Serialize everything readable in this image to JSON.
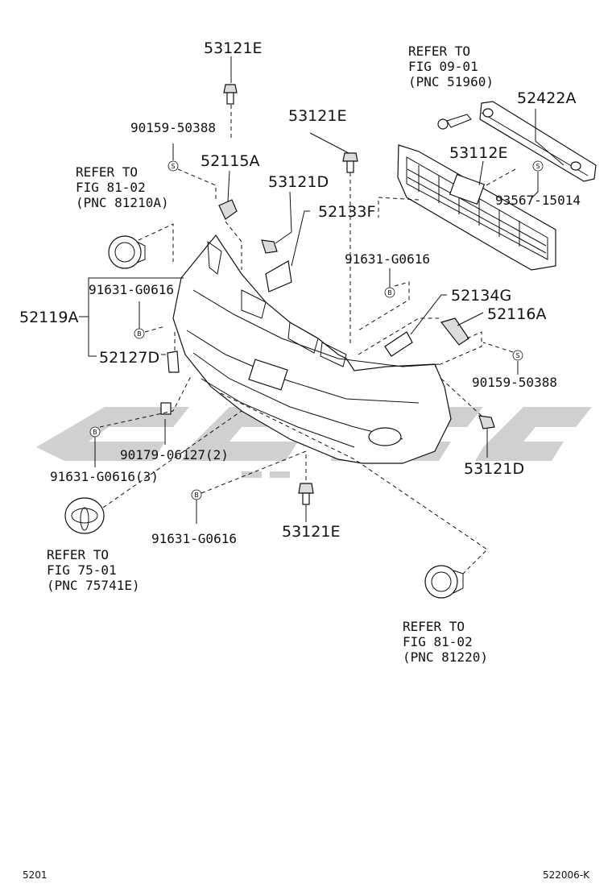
{
  "labels": {
    "pn_53121E_top": "53121E",
    "pn_90159_50388_left": "90159-50388",
    "pn_52115A": "52115A",
    "pn_53121E_mid": "53121E",
    "pn_53121D_left": "53121D",
    "pn_52133F": "52133F",
    "pn_91631_G0616_center": "91631-G0616",
    "pn_52422A": "52422A",
    "pn_53112E": "53112E",
    "pn_93567_15014": "93567-15014",
    "pn_52134G": "52134G",
    "pn_52116A": "52116A",
    "pn_90159_50388_right": "90159-50388",
    "pn_53121D_right": "53121D",
    "pn_52119A": "52119A",
    "pn_91631_G0616_left": "91631-G0616",
    "pn_52127D": "52127D",
    "pn_90179_06127": "90179-06127(2)",
    "pn_91631_G0616_3": "91631-G0616(3)",
    "pn_91631_G0616_bottom": "91631-G0616",
    "pn_53121E_bottom": "53121E"
  },
  "refs": {
    "fog_left": [
      "REFER TO",
      "FIG 81-02",
      "(PNC 81210A)"
    ],
    "reinforcement": [
      "REFER TO",
      "FIG 09-01",
      "(PNC 51960)"
    ],
    "emblem": [
      "REFER TO",
      "FIG 75-01",
      "(PNC 75741E)"
    ],
    "fog_right": [
      "REFER TO",
      "FIG 81-02",
      "(PNC 81220)"
    ]
  },
  "symbols": {
    "screw": "S",
    "bolt": "B"
  },
  "footer": {
    "left": "5201",
    "right": "522006-K"
  }
}
